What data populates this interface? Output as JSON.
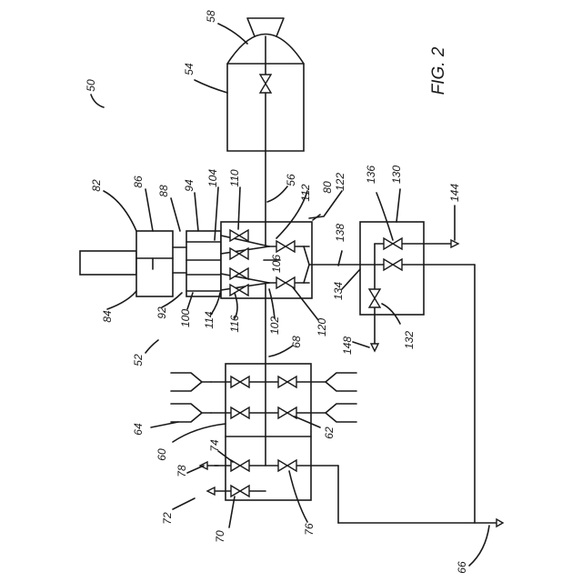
{
  "figure": {
    "title": "FIG. 2"
  },
  "labels": {
    "l50": "50",
    "l52": "52",
    "l54": "54",
    "l56": "56",
    "l58": "58",
    "l60": "60",
    "l62": "62",
    "l64": "64",
    "l66": "66",
    "l68": "68",
    "l70": "70",
    "l72": "72",
    "l74": "74",
    "l76": "76",
    "l78": "78",
    "l80": "80",
    "l82": "82",
    "l84": "84",
    "l86": "86",
    "l88": "88",
    "l92": "92",
    "l94": "94",
    "l100": "100",
    "l102": "102",
    "l104": "104",
    "l106": "106",
    "l110": "110",
    "l112": "112",
    "l114": "114",
    "l116": "116",
    "l120": "120",
    "l122": "122",
    "l130": "130",
    "l132": "132",
    "l134": "134",
    "l136": "136",
    "l138": "138",
    "l144": "144",
    "l148": "148"
  }
}
